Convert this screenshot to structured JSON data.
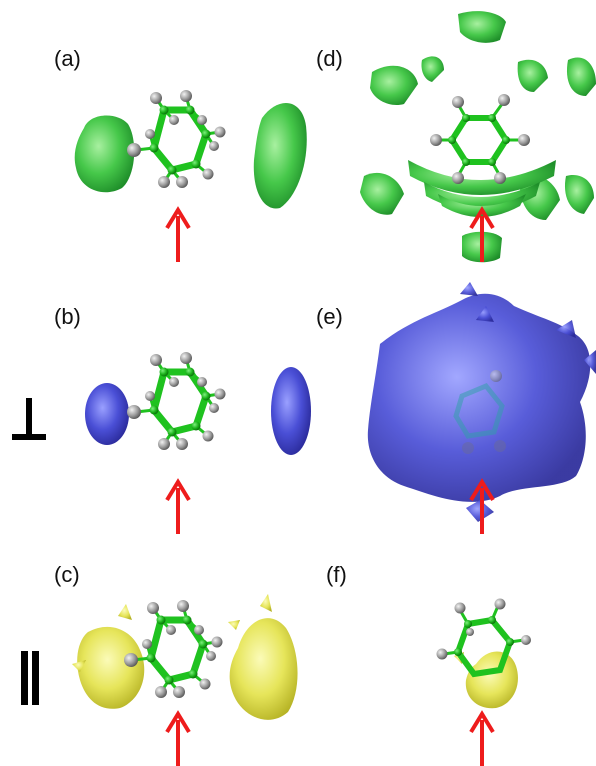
{
  "figure": {
    "panels": [
      {
        "id": "a",
        "label": "(a)",
        "isosurface": "green-lobes"
      },
      {
        "id": "b",
        "label": "(b)",
        "isosurface": "blue-lobes"
      },
      {
        "id": "c",
        "label": "(c)",
        "isosurface": "yellow-lobes"
      },
      {
        "id": "d",
        "label": "(d)",
        "isosurface": "green-fragments"
      },
      {
        "id": "e",
        "label": "(e)",
        "isosurface": "blue-cloud"
      },
      {
        "id": "f",
        "label": "(f)",
        "isosurface": "yellow-small"
      }
    ],
    "row_symbols": {
      "perpendicular": "⊥",
      "parallel": "Ⅱ"
    },
    "colors": {
      "green": "#3fc43f",
      "blue": "#4a4fd6",
      "yellow": "#e3e34f",
      "arrow": "#ee1c1c",
      "bond": "#1fc21f",
      "carbon": "#139613",
      "hydrogen": "#8c8c8c"
    },
    "icons": {
      "arrow": "up-arrow-icon",
      "molecule": "cyclohexane-molecule-icon"
    }
  }
}
